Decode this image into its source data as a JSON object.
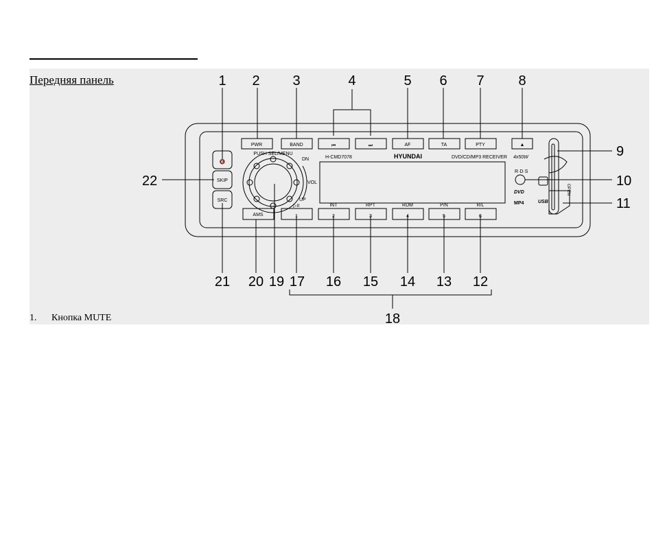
{
  "page": {
    "heading": "Передняя панель",
    "list": [
      {
        "num": "1.",
        "text": "Кнопка MUTE"
      }
    ]
  },
  "device": {
    "model": "H-CMD7078",
    "brand": "HYUNDAI",
    "receiver_type": "DVD/CD/MP3 RECEIVER",
    "power": "4x50W",
    "knob_ring_label": "PUSH SEL/MENU",
    "knob_dn": "DN",
    "knob_up": "UP",
    "knob_vol": "VOL",
    "play_pause": "▷II",
    "rds": "R·D·S",
    "dvd": "DVD",
    "mp4": "MP4",
    "usb": "USB",
    "open": "OPEN",
    "top_buttons": [
      "PWR",
      "BAND",
      "⏮",
      "⏭",
      "AF",
      "TA",
      "PTY",
      "▲"
    ],
    "bottom_buttons": [
      {
        "label": "AMS",
        "number": ""
      },
      {
        "label": "",
        "number": "1"
      },
      {
        "label": "INT",
        "number": "2"
      },
      {
        "label": "RPT",
        "number": "3"
      },
      {
        "label": "RDM",
        "number": "4"
      },
      {
        "label": "P/N",
        "number": "5"
      },
      {
        "label": "R/L",
        "number": "6"
      }
    ],
    "left_buttons": [
      "🔇",
      "SKIP",
      "SRC"
    ]
  },
  "callouts": {
    "top": [
      "1",
      "2",
      "3",
      "4",
      "5",
      "6",
      "7",
      "8"
    ],
    "right": [
      "9",
      "10",
      "11"
    ],
    "left": [
      "22"
    ],
    "bottom": [
      "21",
      "20",
      "19",
      "17",
      "16",
      "15",
      "14",
      "13",
      "12"
    ],
    "bracket": "18"
  }
}
